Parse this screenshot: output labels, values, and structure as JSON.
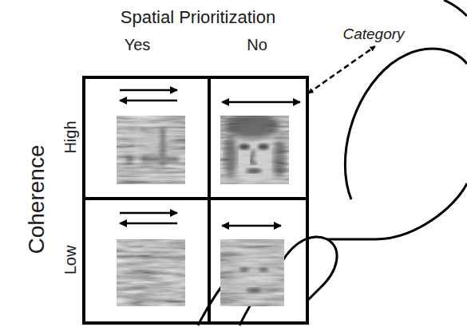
{
  "diagram": {
    "labels": [
      "Spatial Prioritization",
      "Yes",
      "No",
      "Category",
      "Coherence",
      "High",
      "Low"
    ]
  }
}
